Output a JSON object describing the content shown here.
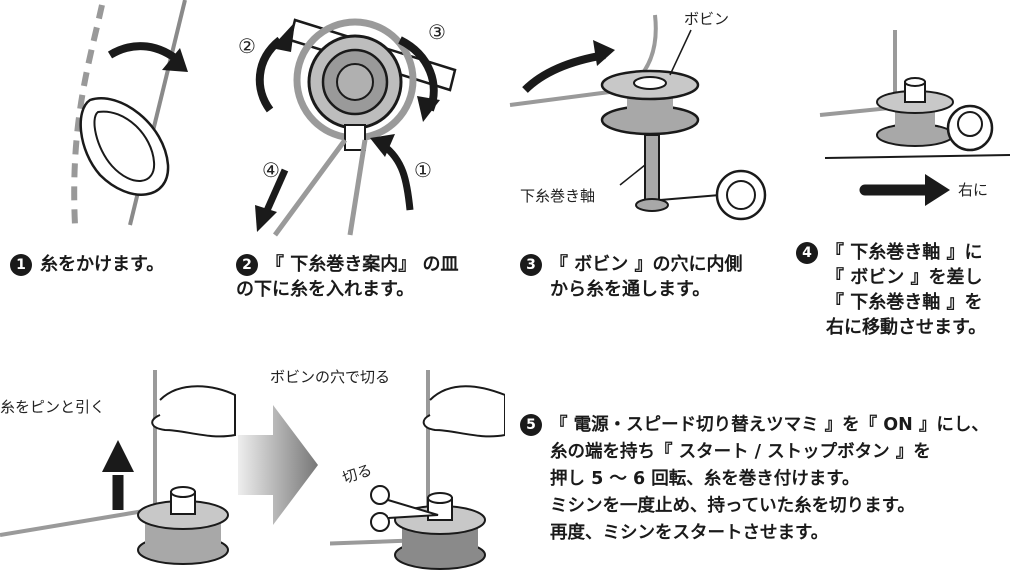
{
  "labels": {
    "bobbin": "ボビン",
    "winder_shaft": "下糸巻き軸",
    "to_right": "右に",
    "pull_taut": "糸をピンと引く",
    "cut_at_hole": "ボビンの穴で切る",
    "cut": "切る"
  },
  "circled": {
    "n1": "①",
    "n2": "②",
    "n3": "③",
    "n4": "④"
  },
  "steps": [
    {
      "num": "1",
      "lines": [
        "糸をかけます。"
      ]
    },
    {
      "num": "2",
      "lines": [
        "『 下糸巻き案内』 の皿",
        "の下に糸を入れます。"
      ]
    },
    {
      "num": "3",
      "lines": [
        "『 ボビン 』の穴に内側",
        "から糸を通します。"
      ]
    },
    {
      "num": "4",
      "lines": [
        "『 下糸巻き軸 』に",
        "『 ボビン 』を差し",
        "『 下糸巻き軸 』を",
        "右に移動させます。"
      ]
    },
    {
      "num": "5",
      "lines": [
        "『 電源・スピード切り替えツマミ 』を『 ON 』にし、",
        "糸の端を持ち『 スタート / ストップボタン 』を",
        "押し 5 ～ 6 回転、糸を巻き付けます。",
        "ミシンを一度止め、持っていた糸を切ります。",
        "再度、ミシンをスタートさせます。"
      ]
    }
  ],
  "colors": {
    "ink": "#1a1a1a",
    "thread": "#8a8a8a",
    "bobbin_gray": "#a8a8a8"
  }
}
